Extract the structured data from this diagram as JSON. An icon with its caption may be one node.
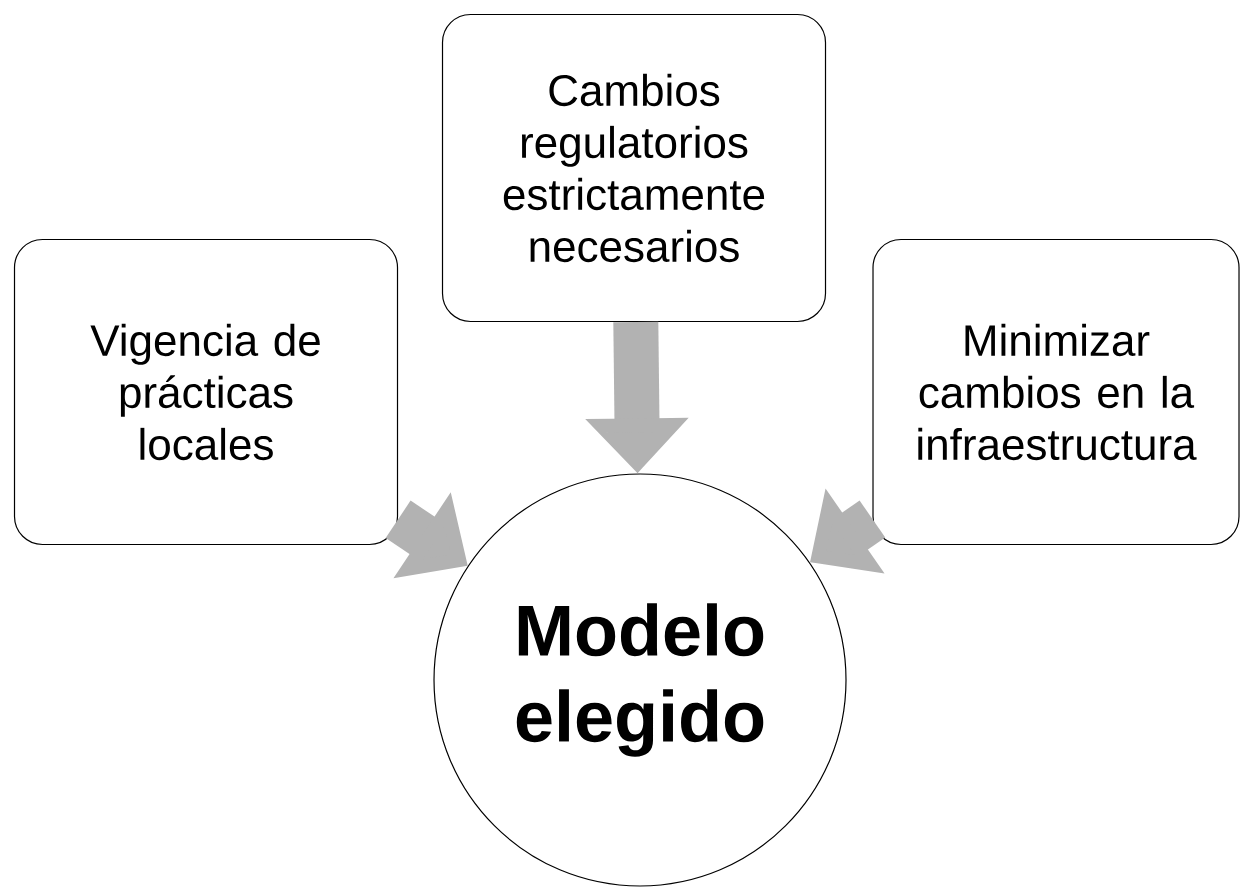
{
  "diagram": {
    "nodes": [
      {
        "text": [
          "Vigencia de prácticas locales"
        ]
      },
      {
        "text": [
          "Cambios regulatorios estrictamente necesarios"
        ]
      },
      {
        "text": [
          "Minimizar cambios en la infraestructura"
        ]
      },
      {
        "text": [
          "Modelo elegido"
        ]
      }
    ],
    "edges": [
      {
        "from": 0,
        "to": 3,
        "arrow": "to"
      },
      {
        "from": 1,
        "to": 3,
        "arrow": "to"
      },
      {
        "from": 2,
        "to": 3,
        "arrow": "to"
      }
    ]
  }
}
